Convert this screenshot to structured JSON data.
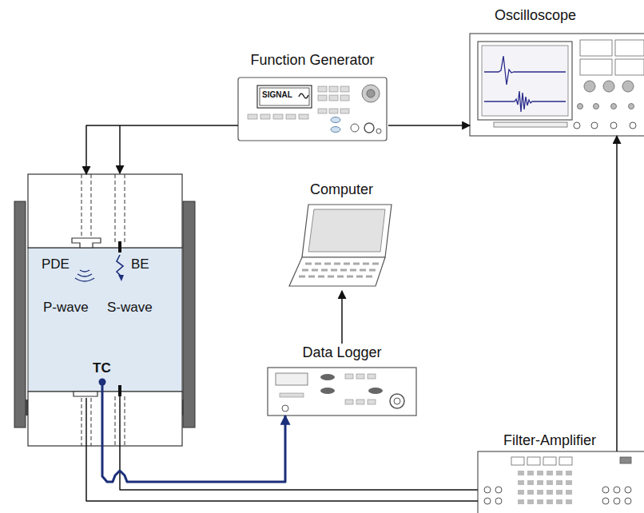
{
  "diagram": {
    "nodes": [
      {
        "text": [
          "Oscilloscope"
        ]
      },
      {
        "text": [
          "Function Generator",
          "SIGNAL"
        ]
      },
      {
        "text": [
          "Computer"
        ]
      },
      {
        "text": [
          "PDE",
          "BE",
          "P-wave",
          "S-wave",
          "TC"
        ]
      },
      {
        "text": [
          "Data Logger"
        ]
      },
      {
        "text": [
          "Filter-Amplifier"
        ]
      }
    ],
    "edges": [
      {
        "from": 1,
        "to": 0,
        "arrow": "to"
      },
      {
        "from": 1,
        "to": 3,
        "arrow": "to"
      },
      {
        "from": 3,
        "to": 5,
        "arrow": "none"
      },
      {
        "from": 3,
        "to": 5,
        "arrow": "none"
      },
      {
        "from": 3,
        "to": 4,
        "arrow": "to"
      },
      {
        "from": 4,
        "to": 2,
        "arrow": "to"
      },
      {
        "from": 5,
        "to": 0,
        "arrow": "to"
      }
    ]
  }
}
